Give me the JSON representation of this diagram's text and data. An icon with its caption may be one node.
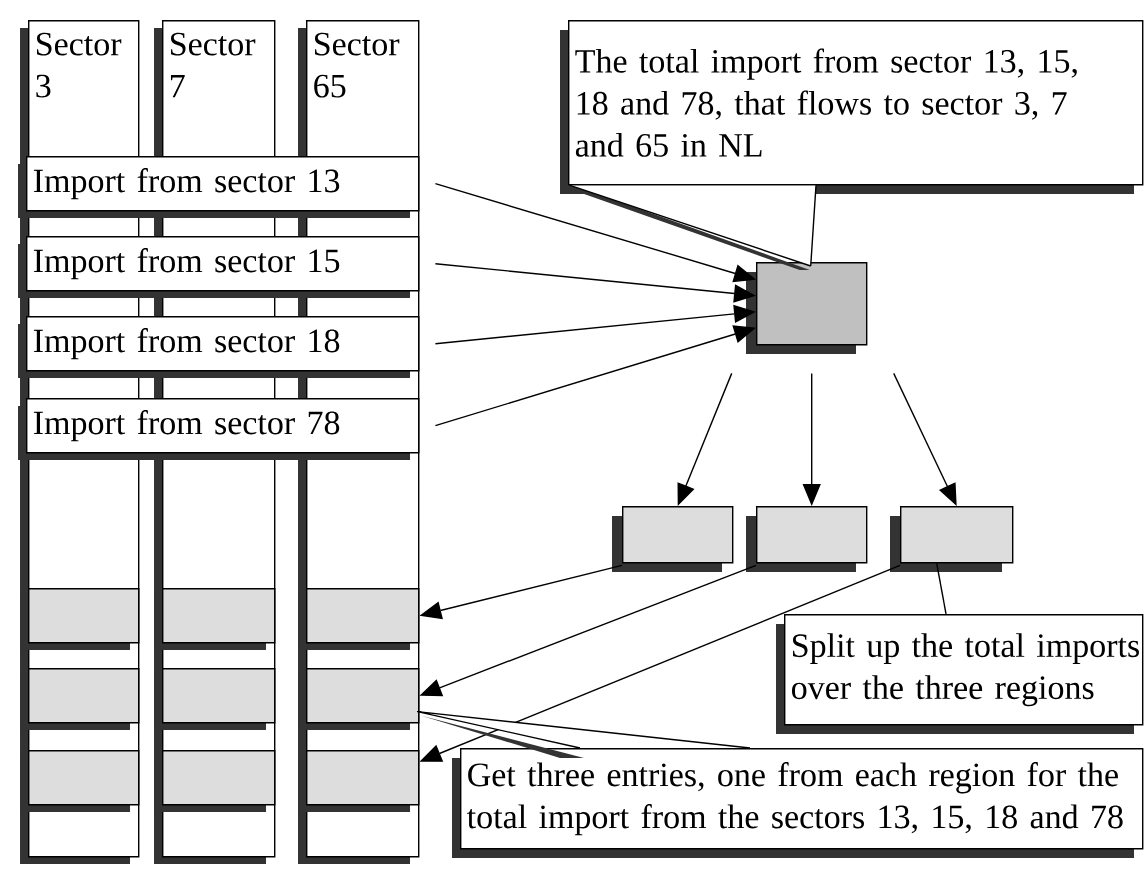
{
  "diagram": {
    "nodes": [
      {
        "text": [
          "Sector 3"
        ]
      },
      {
        "text": [
          "Sector 7"
        ]
      },
      {
        "text": [
          "Sector 65"
        ]
      },
      {
        "text": [
          "Import from sector 13"
        ]
      },
      {
        "text": [
          "Import from sector 15"
        ]
      },
      {
        "text": [
          "Import from sector 18"
        ]
      },
      {
        "text": [
          "Import from sector 78"
        ]
      },
      {
        "text": [
          "The total import from sector 13, 15, 18 and 78, that flows to sector 3, 7 and 65 in NL"
        ]
      },
      {
        "text": [],
        "shape": "box"
      },
      {
        "text": [],
        "shape": "box"
      },
      {
        "text": [],
        "shape": "box"
      },
      {
        "text": [],
        "shape": "box"
      },
      {
        "text": [
          "Split up the total imports over the three regions"
        ]
      },
      {
        "text": [],
        "shape": "box",
        "in": 0
      },
      {
        "text": [],
        "shape": "box",
        "in": 1
      },
      {
        "text": [],
        "shape": "box",
        "in": 2
      },
      {
        "text": [],
        "shape": "box",
        "in": 0
      },
      {
        "text": [],
        "shape": "box",
        "in": 1
      },
      {
        "text": [],
        "shape": "box",
        "in": 2
      },
      {
        "text": [],
        "shape": "box",
        "in": 0
      },
      {
        "text": [],
        "shape": "box",
        "in": 1
      },
      {
        "text": [],
        "shape": "box",
        "in": 2
      },
      {
        "text": [
          "Get three entries, one from each region for the total import from the sectors 13, 15, 18 and 78"
        ]
      }
    ],
    "edges": [
      {
        "from": 3,
        "to": 8,
        "arrow": "to"
      },
      {
        "from": 4,
        "to": 8,
        "arrow": "to"
      },
      {
        "from": 5,
        "to": 8,
        "arrow": "to"
      },
      {
        "from": 6,
        "to": 8,
        "arrow": "to"
      },
      {
        "from": 7,
        "to": 8,
        "arrow": "none"
      },
      {
        "from": 8,
        "to": 9,
        "arrow": "to"
      },
      {
        "from": 8,
        "to": 10,
        "arrow": "to"
      },
      {
        "from": 8,
        "to": 11,
        "arrow": "to"
      },
      {
        "from": 12,
        "to": 11,
        "arrow": "none"
      },
      {
        "from": 9,
        "to": 15,
        "arrow": "to"
      },
      {
        "from": 10,
        "to": 18,
        "arrow": "to"
      },
      {
        "from": 11,
        "to": 21,
        "arrow": "to"
      },
      {
        "from": 22,
        "to": 18,
        "arrow": "none"
      }
    ]
  }
}
